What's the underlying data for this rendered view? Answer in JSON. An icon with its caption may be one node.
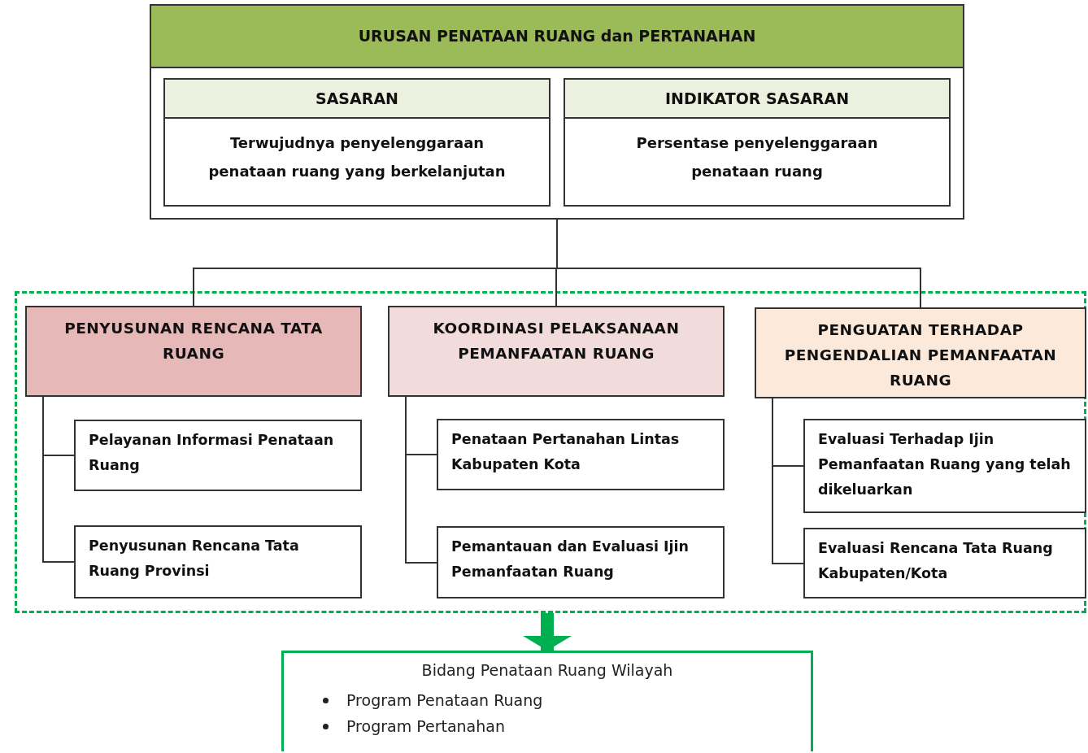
{
  "diagram": {
    "nodes": [
      {
        "text": [
          "URUSAN PENATAAN RUANG dan PERTANAHAN"
        ]
      },
      {
        "text": [
          "SASARAN",
          "Terwujudnya penyelenggaraan penataan ruang yang berkelanjutan"
        ],
        "in": 0
      },
      {
        "text": [
          "INDIKATOR SASARAN",
          "Persentase penyelenggaraan penataan ruang"
        ],
        "in": 0
      },
      {
        "text": [],
        "shape": "box"
      },
      {
        "text": [
          "PENYUSUNAN RENCANA TATA RUANG"
        ],
        "in": 3
      },
      {
        "text": [
          "Pelayanan Informasi Penataan Ruang"
        ],
        "in": 3
      },
      {
        "text": [
          "Penyusunan Rencana Tata Ruang Provinsi"
        ],
        "in": 3
      },
      {
        "text": [
          "KOORDINASI PELAKSANAAN PEMANFAATAN RUANG"
        ],
        "in": 3
      },
      {
        "text": [
          "Penataan Pertanahan Lintas Kabupaten Kota"
        ],
        "in": 3
      },
      {
        "text": [
          "Pemantauan dan Evaluasi Ijin Pemanfaatan Ruang"
        ],
        "in": 3
      },
      {
        "text": [
          "PENGUATAN TERHADAP PENGENDALIAN PEMANFAATAN RUANG"
        ],
        "in": 3
      },
      {
        "text": [
          "Evaluasi Terhadap Ijin Pemanfaatan Ruang yang telah dikeluarkan"
        ],
        "in": 3
      },
      {
        "text": [
          "Evaluasi Rencana Tata Ruang Kabupaten/Kota"
        ],
        "in": 3
      },
      {
        "text": [
          "Bidang Penataan Ruang Wilayah",
          "Program Penataan Ruang",
          "Program Pertanahan"
        ]
      }
    ],
    "edges": [
      {
        "from": 0,
        "to": 4,
        "arrow": "none"
      },
      {
        "from": 0,
        "to": 7,
        "arrow": "none"
      },
      {
        "from": 0,
        "to": 10,
        "arrow": "none"
      },
      {
        "from": 4,
        "to": 5,
        "arrow": "none"
      },
      {
        "from": 4,
        "to": 6,
        "arrow": "none"
      },
      {
        "from": 7,
        "to": 8,
        "arrow": "none"
      },
      {
        "from": 7,
        "to": 9,
        "arrow": "none"
      },
      {
        "from": 10,
        "to": 11,
        "arrow": "none"
      },
      {
        "from": 10,
        "to": 12,
        "arrow": "none"
      },
      {
        "from": 3,
        "to": 13,
        "arrow": "to",
        "style": "thick",
        "color": "#00b050"
      }
    ]
  }
}
